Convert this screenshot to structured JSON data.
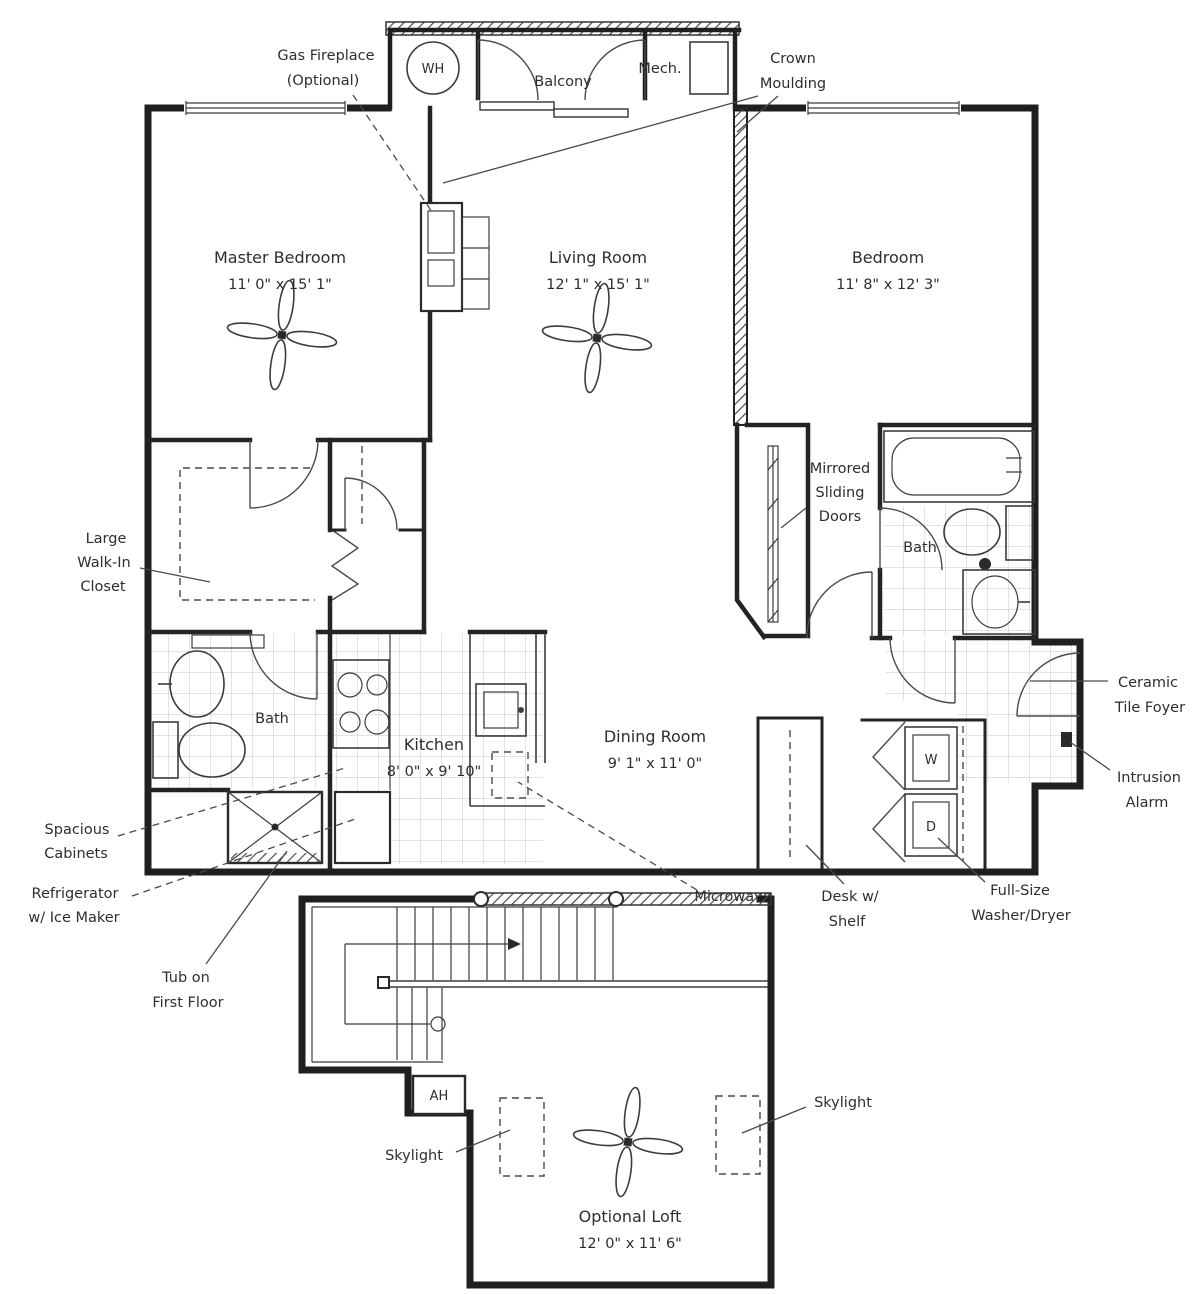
{
  "plan": {
    "balcony": {
      "label": "Balcony",
      "water_heater": "WH",
      "mech": "Mech."
    },
    "rooms": {
      "master": {
        "name": "Master Bedroom",
        "dims": "11' 0\" x 15' 1\""
      },
      "living": {
        "name": "Living Room",
        "dims": "12' 1\" x 15' 1\""
      },
      "bedroom": {
        "name": "Bedroom",
        "dims": "11' 8\" x 12' 3\""
      },
      "kitchen": {
        "name": "Kitchen",
        "dims": "8' 0\" x 9' 10\""
      },
      "dining": {
        "name": "Dining Room",
        "dims": "9' 1\" x 11' 0\""
      },
      "loft": {
        "name": "Optional Loft",
        "dims": "12' 0\" x 11' 6\""
      },
      "bath1": {
        "name": "Bath"
      },
      "bath2": {
        "name": "Bath"
      }
    },
    "fixtures": {
      "washer": "W",
      "dryer": "D",
      "air_handler": "AH"
    },
    "annotations": {
      "gas_fireplace": {
        "line1": "Gas Fireplace",
        "line2": "(Optional)"
      },
      "crown_moulding": {
        "line1": "Crown",
        "line2": "Moulding"
      },
      "walk_in_closet": {
        "line1": "Large",
        "line2": "Walk-In",
        "line3": "Closet"
      },
      "mirrored_doors": {
        "line1": "Mirrored",
        "line2": "Sliding",
        "line3": "Doors"
      },
      "ceramic_foyer": {
        "line1": "Ceramic",
        "line2": "Tile Foyer"
      },
      "intrusion_alarm": {
        "line1": "Intrusion",
        "line2": "Alarm"
      },
      "spacious_cabinets": {
        "line1": "Spacious",
        "line2": "Cabinets"
      },
      "refrigerator": {
        "line1": "Refrigerator",
        "line2": "w/ Ice Maker"
      },
      "tub_first_floor": {
        "line1": "Tub on",
        "line2": "First Floor"
      },
      "microwave": {
        "label": "Microwave"
      },
      "desk": {
        "line1": "Desk w/",
        "line2": "Shelf"
      },
      "washer_dryer": {
        "line1": "Full-Size",
        "line2": "Washer/Dryer"
      },
      "skylight_left": {
        "label": "Skylight"
      },
      "skylight_right": {
        "label": "Skylight"
      }
    }
  }
}
